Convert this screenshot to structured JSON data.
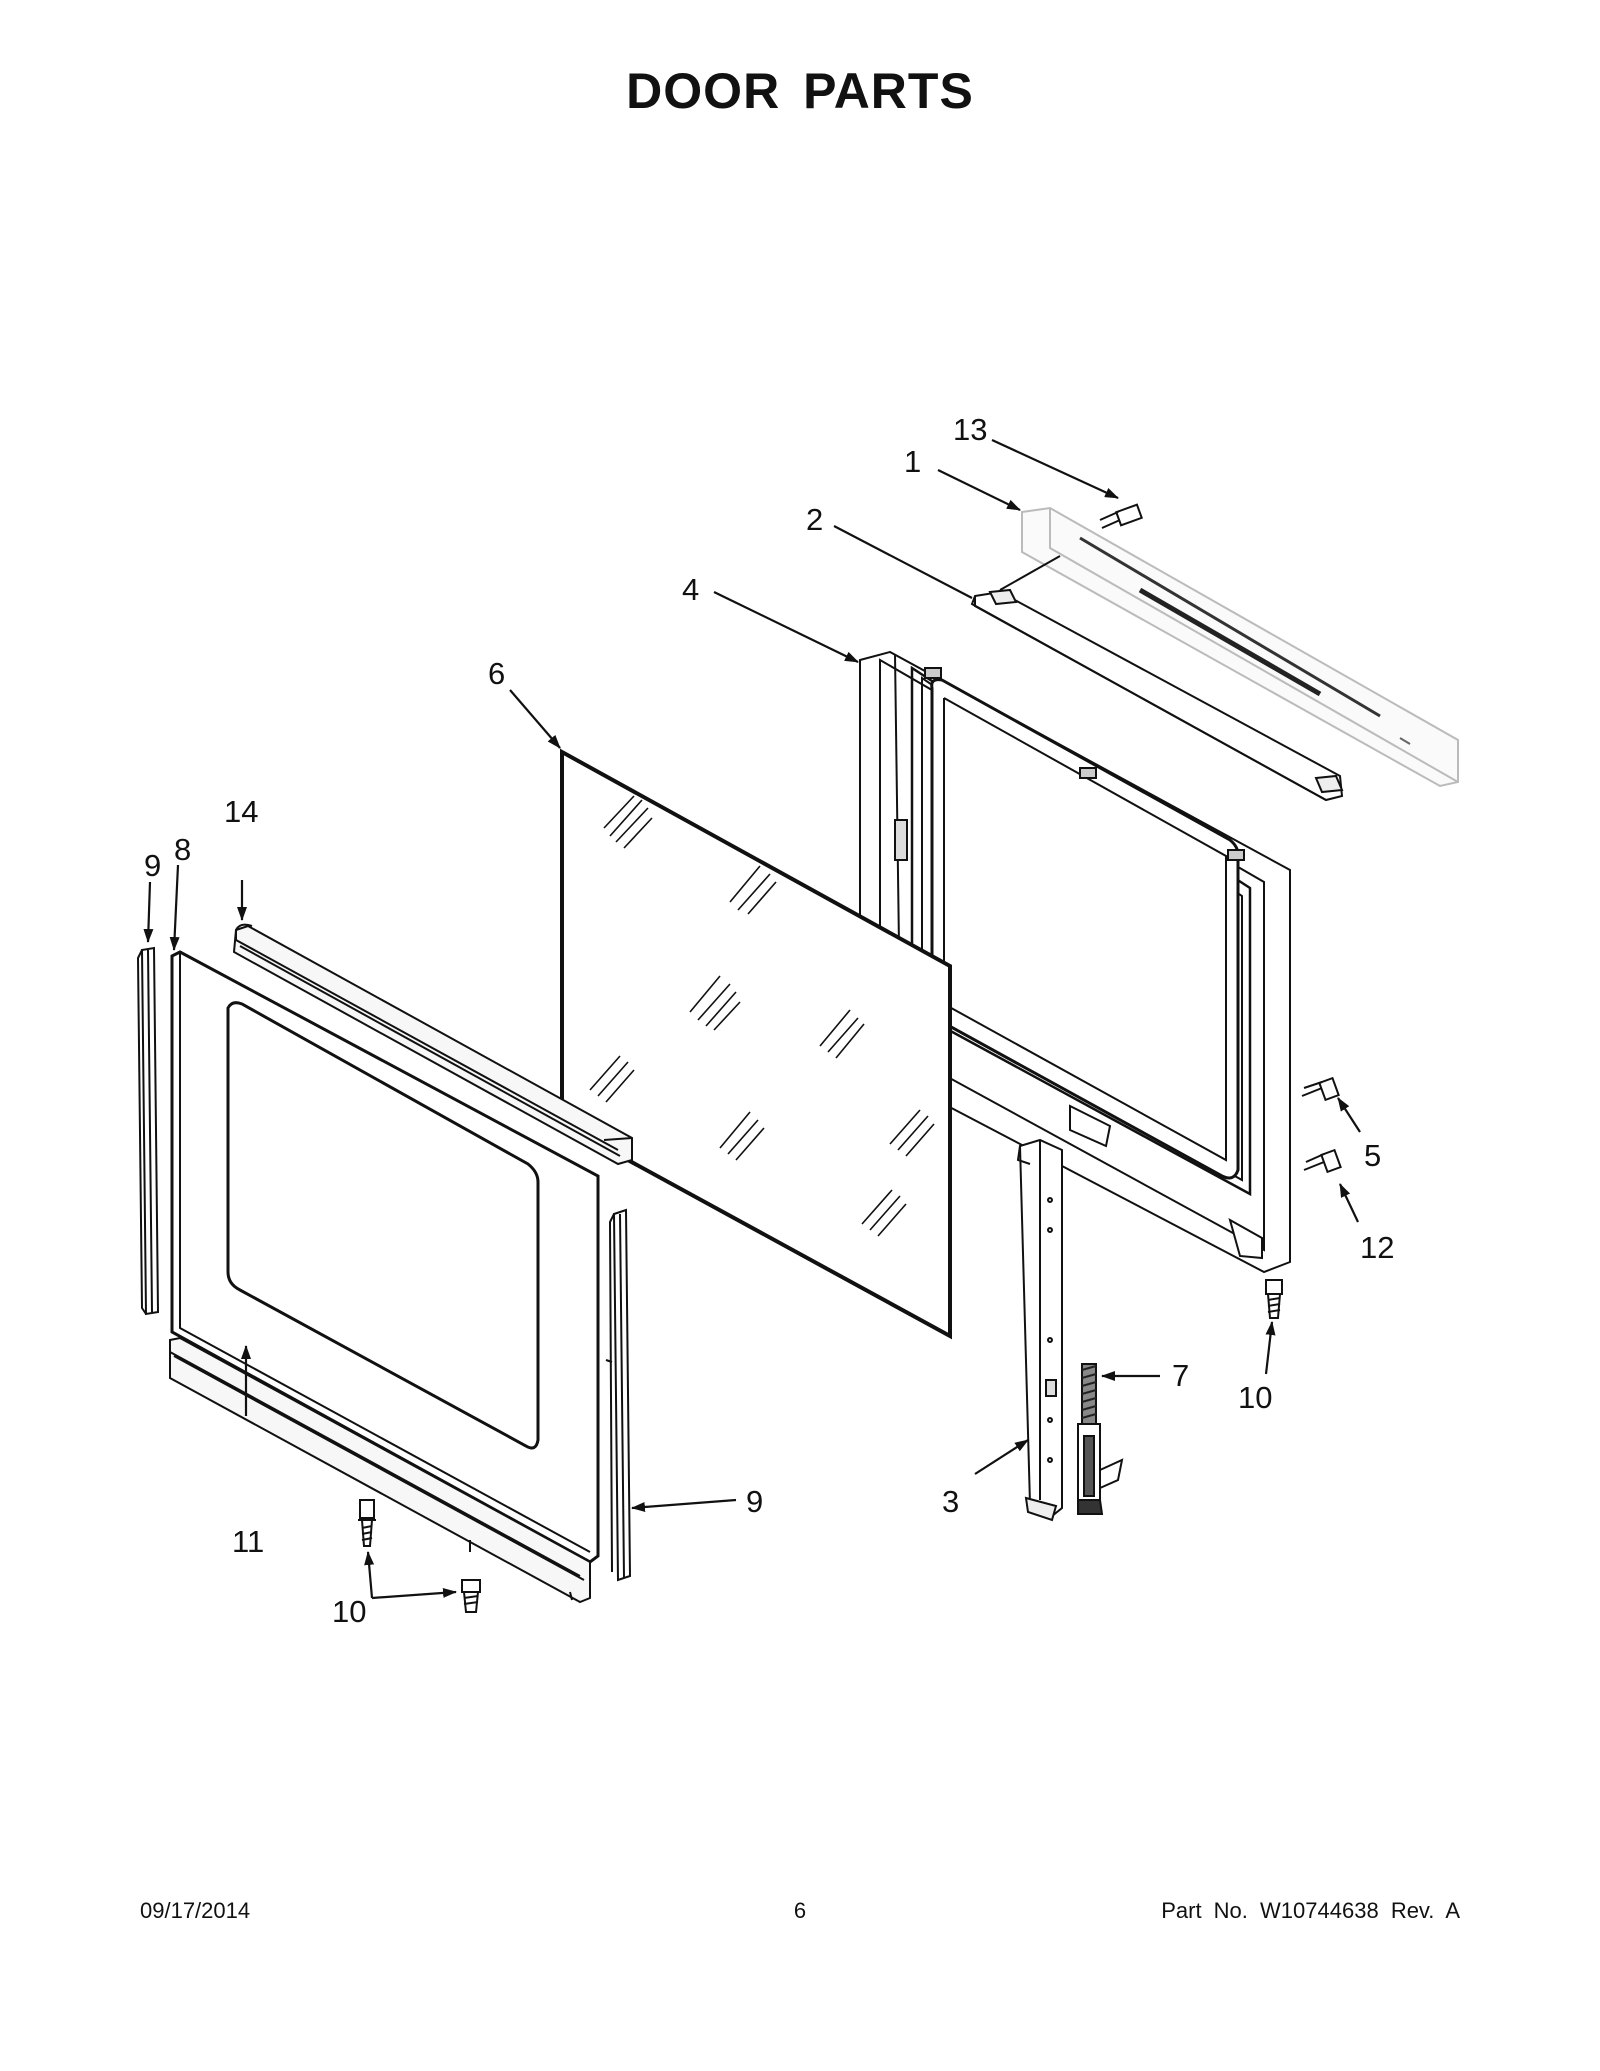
{
  "title": "DOOR PARTS",
  "callouts": {
    "c1": "1",
    "c2": "2",
    "c3": "3",
    "c4": "4",
    "c5": "5",
    "c6": "6",
    "c7": "7",
    "c8": "8",
    "c9a": "9",
    "c9b": "9",
    "c10a": "10",
    "c10b": "10",
    "c11": "11",
    "c12": "12",
    "c13": "13",
    "c14": "14"
  },
  "footer": {
    "date": "09/17/2014",
    "page": "6",
    "part_label": "Part No.",
    "part_number": "W10744638",
    "revision": "Rev.  A"
  }
}
